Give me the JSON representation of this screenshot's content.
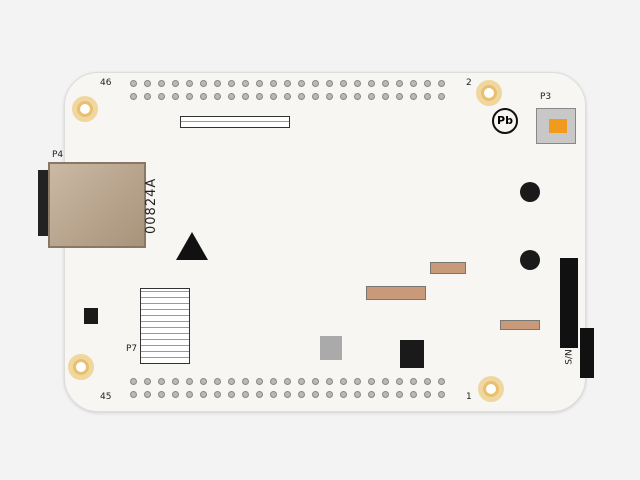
{
  "board": {
    "sd_label": "P4",
    "sd_card_text": "00824A",
    "usb_label": "P3",
    "header_label": "P7",
    "serial_label": "S/N",
    "lead_free_mark": "Pb",
    "pin_labels": {
      "top_left": "46",
      "bottom_left": "45",
      "top_right": "2",
      "bottom_right": "1"
    }
  }
}
